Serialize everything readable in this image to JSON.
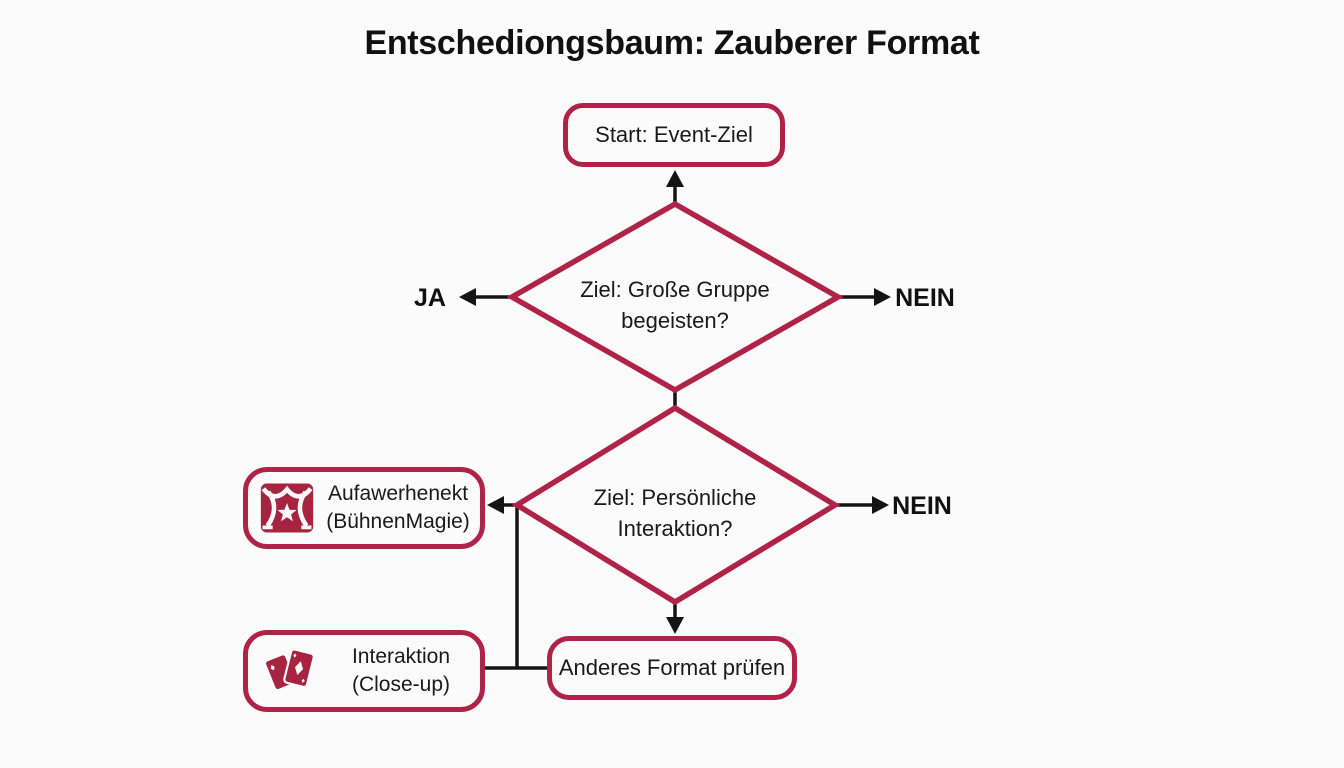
{
  "title": "Entschediongsbaum: Zauberer Format",
  "colors": {
    "accent": "#B02349",
    "icon": "#A72441",
    "line": "#141414",
    "text": "#1A1A1A",
    "bg": "#FBFBFB"
  },
  "nodes": {
    "start": {
      "label": "Start: Event-Ziel"
    },
    "decision1": {
      "line1": "Ziel: Große Gruppe",
      "line2": "begeisten?"
    },
    "decision2": {
      "line1": "Ziel: Persönliche",
      "line2": "Interaktion?"
    },
    "stage": {
      "line1": "Aufawerhenekt",
      "line2": "(BühnenMagie)",
      "icon": "stage-curtain-icon"
    },
    "closeup": {
      "line1": "Interaktion",
      "line2": "(Close-up)",
      "icon": "playing-cards-icon"
    },
    "other": {
      "label": "Anderes Format prüfen"
    }
  },
  "edge_labels": {
    "decision1_yes": "JA",
    "decision1_no": "NEIN",
    "decision2_no": "NEIN"
  }
}
